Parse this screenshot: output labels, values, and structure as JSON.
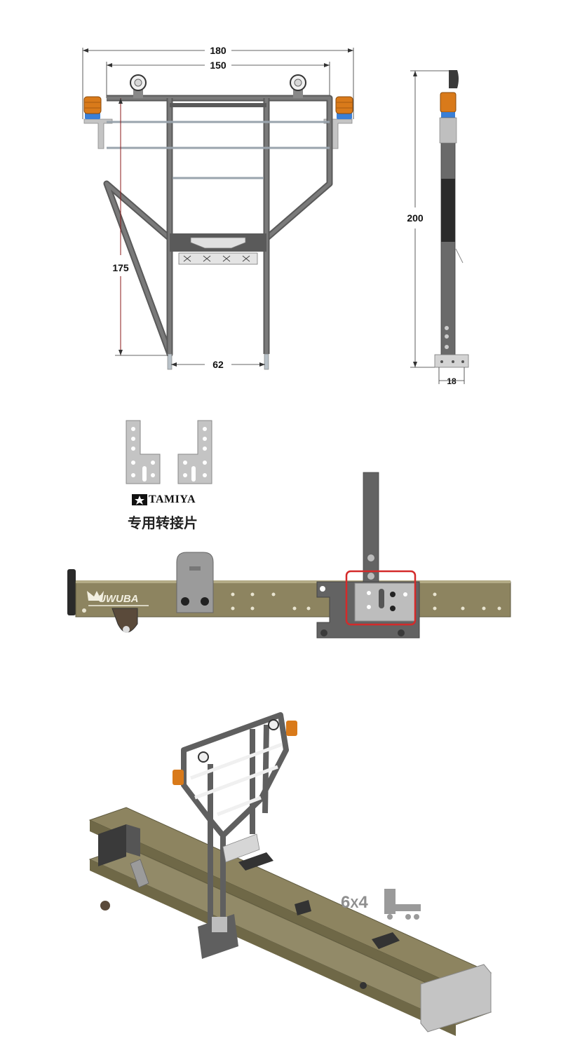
{
  "front_view": {
    "dim_outer_width": "180",
    "dim_frame_width": "150",
    "dim_height": "175",
    "dim_leg_spacing": "62"
  },
  "side_view": {
    "dim_height": "200",
    "dim_base_width": "18"
  },
  "adapter": {
    "brand": "TAMIYA",
    "caption": "专用转接片"
  },
  "chassis": {
    "logo_text": "UWUBA"
  },
  "iso_view": {
    "wheel_config_left": "6",
    "wheel_config_x": "X",
    "wheel_config_right": "4"
  },
  "colors": {
    "frame_gray": "#5a5a5a",
    "rail_olive": "#8d8460",
    "beacon_orange": "#d97a1a",
    "beacon_blue": "#3a7fd6",
    "highlight_red": "#d42a2a",
    "bracket_silver": "#c4c4c4"
  }
}
